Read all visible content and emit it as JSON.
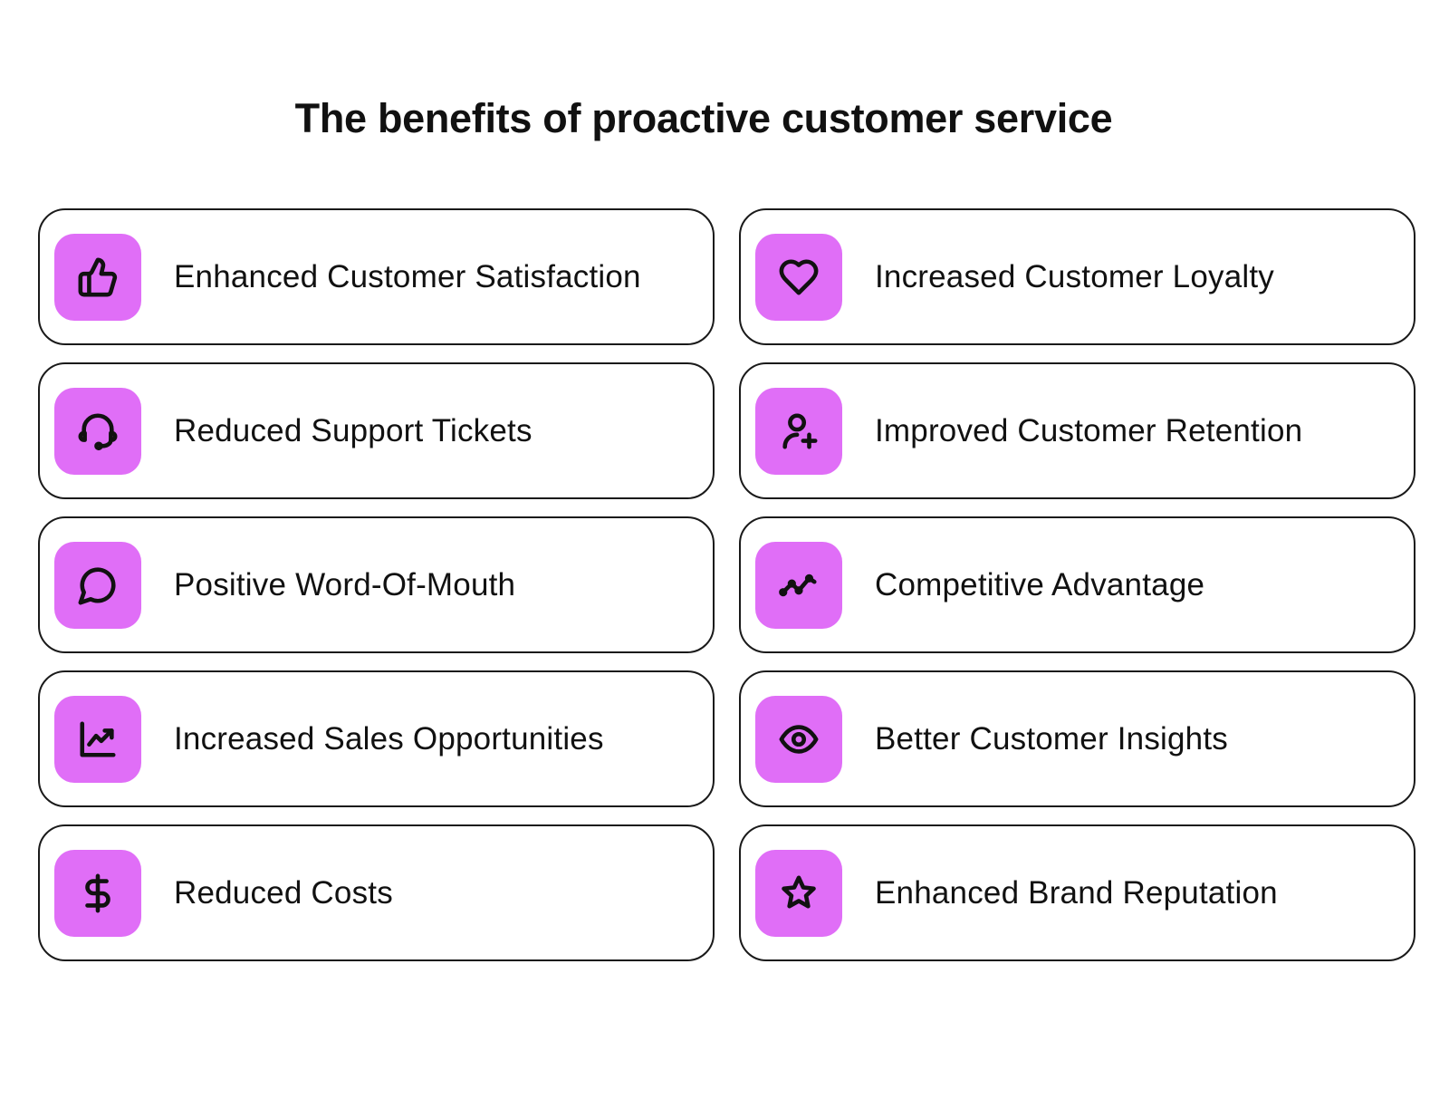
{
  "title": "The benefits of proactive customer service",
  "accent_color": "#e06ef7",
  "benefits": [
    {
      "label": "Enhanced Customer Satisfaction",
      "icon": "thumbs-up-icon"
    },
    {
      "label": "Increased Customer Loyalty",
      "icon": "heart-icon"
    },
    {
      "label": "Reduced Support Tickets",
      "icon": "headset-icon"
    },
    {
      "label": "Improved Customer Retention",
      "icon": "user-plus-icon"
    },
    {
      "label": "Positive Word-Of-Mouth",
      "icon": "message-circle-icon"
    },
    {
      "label": "Competitive Advantage",
      "icon": "trend-line-icon"
    },
    {
      "label": "Increased Sales Opportunities",
      "icon": "chart-line-up-icon"
    },
    {
      "label": "Better Customer Insights",
      "icon": "eye-icon"
    },
    {
      "label": "Reduced Costs",
      "icon": "dollar-sign-icon"
    },
    {
      "label": "Enhanced Brand Reputation",
      "icon": "star-icon"
    }
  ]
}
